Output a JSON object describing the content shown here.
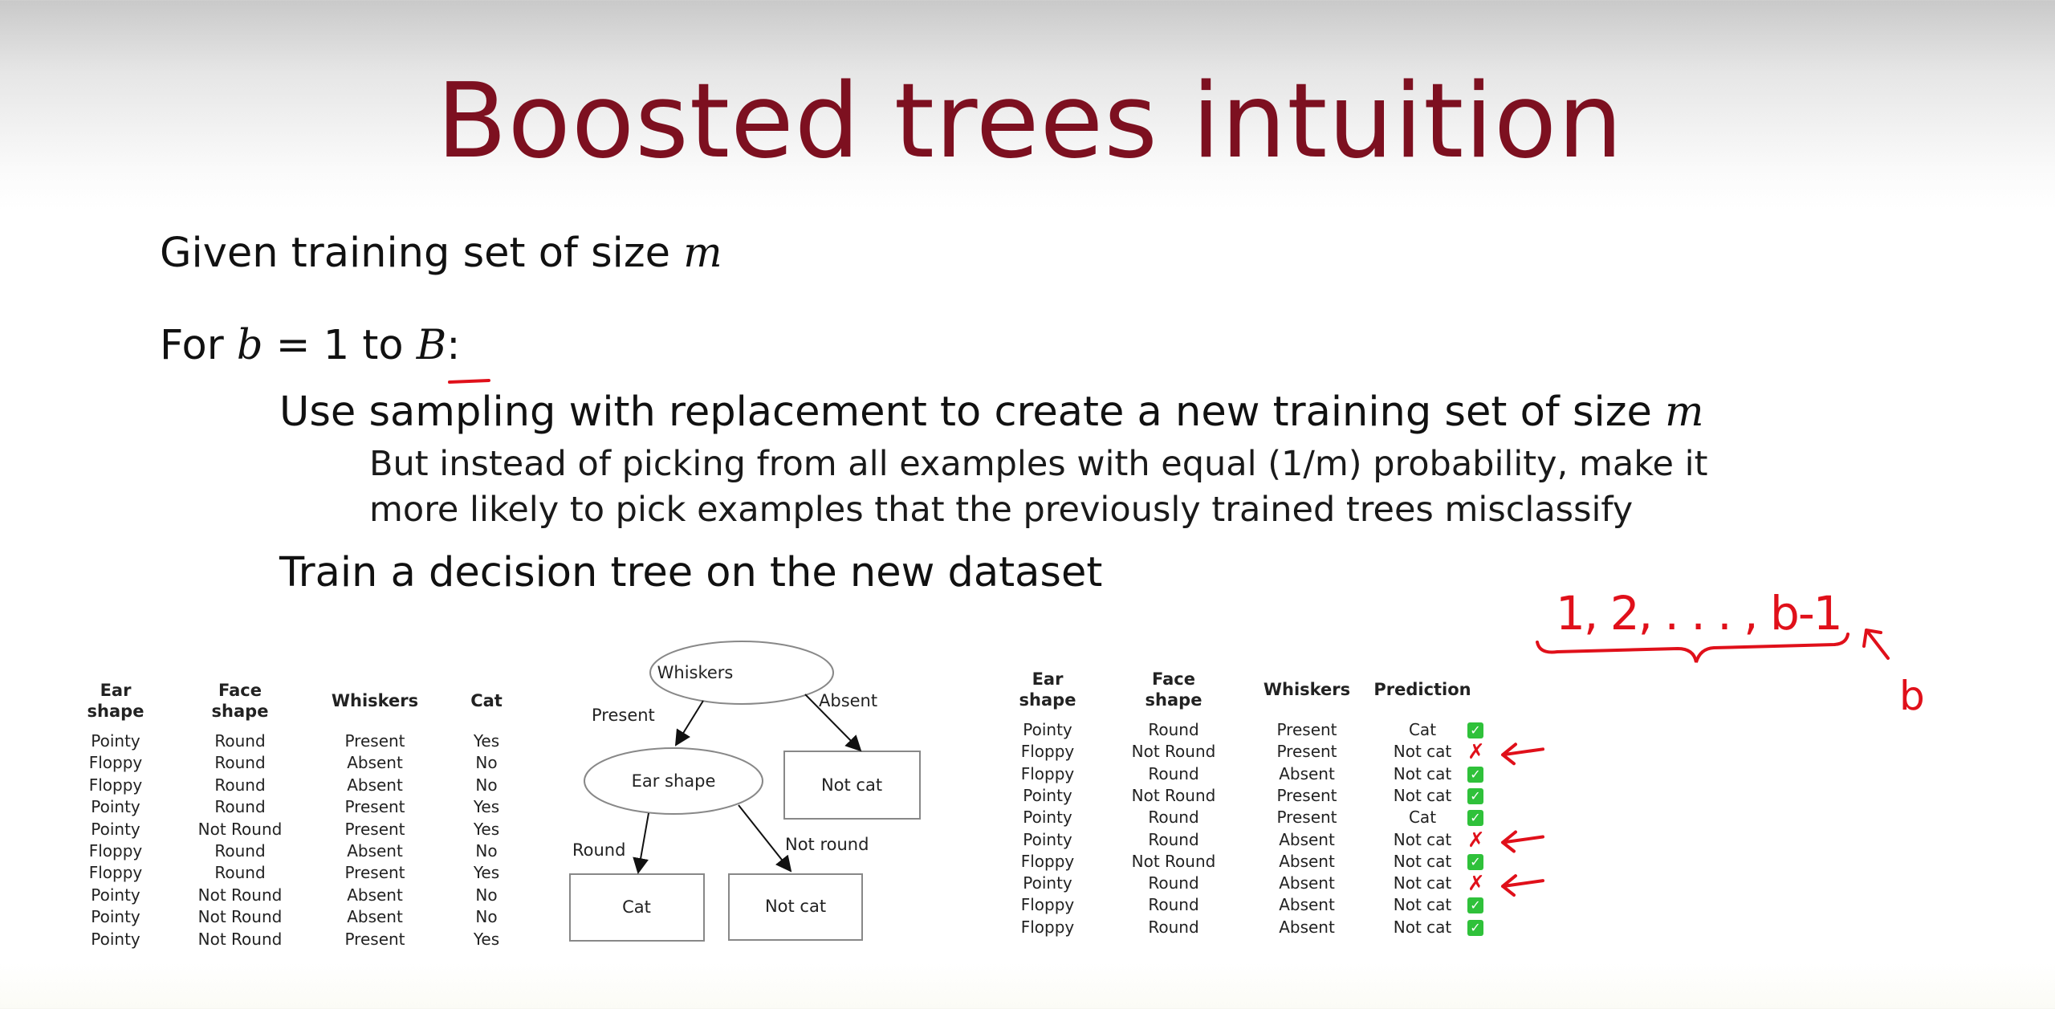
{
  "title": "Boosted trees intuition",
  "lines": {
    "given": "Given training set of size ",
    "given_var": "m",
    "for_prefix": "For ",
    "for_var": "b",
    "for_mid": " = 1 to ",
    "for_end": "B",
    "for_colon": ":",
    "use": "Use sampling with replacement to create a new training set of size ",
    "use_var": "m",
    "but1": "But instead of picking from all examples with equal (1/m) probability, make it",
    "but2": "more likely to pick examples that the previously trained trees misclassify",
    "train": "Train a decision tree on the new dataset"
  },
  "left_table": {
    "headers": [
      [
        "Ear",
        "shape"
      ],
      [
        "Face",
        "shape"
      ],
      [
        "Whiskers",
        ""
      ],
      [
        "Cat",
        ""
      ]
    ],
    "rows": [
      [
        "Pointy",
        "Round",
        "Present",
        "Yes"
      ],
      [
        "Floppy",
        "Round",
        "Absent",
        "No"
      ],
      [
        "Floppy",
        "Round",
        "Absent",
        "No"
      ],
      [
        "Pointy",
        "Round",
        "Present",
        "Yes"
      ],
      [
        "Pointy",
        "Not Round",
        "Present",
        "Yes"
      ],
      [
        "Floppy",
        "Round",
        "Absent",
        "No"
      ],
      [
        "Floppy",
        "Round",
        "Present",
        "Yes"
      ],
      [
        "Pointy",
        "Not Round",
        "Absent",
        "No"
      ],
      [
        "Pointy",
        "Not Round",
        "Absent",
        "No"
      ],
      [
        "Pointy",
        "Not Round",
        "Present",
        "Yes"
      ]
    ]
  },
  "tree": {
    "root": "Whiskers",
    "present": "Present",
    "absent": "Absent",
    "ear": "Ear shape",
    "leaf_right": "Not cat",
    "round": "Round",
    "not_round": "Not round",
    "leaf_cat": "Cat",
    "leaf_notcat": "Not cat"
  },
  "right_table": {
    "headers": [
      [
        "Ear",
        "shape"
      ],
      [
        "Face",
        "shape"
      ],
      [
        "Whiskers",
        ""
      ],
      [
        "Prediction",
        ""
      ]
    ],
    "rows": [
      [
        "Pointy",
        "Round",
        "Present",
        "Cat",
        true
      ],
      [
        "Floppy",
        "Not Round",
        "Present",
        "Not cat",
        false
      ],
      [
        "Floppy",
        "Round",
        "Absent",
        "Not cat",
        true
      ],
      [
        "Pointy",
        "Not Round",
        "Present",
        "Not cat",
        true
      ],
      [
        "Pointy",
        "Round",
        "Present",
        "Cat",
        true
      ],
      [
        "Pointy",
        "Round",
        "Absent",
        "Not cat",
        false
      ],
      [
        "Floppy",
        "Not Round",
        "Absent",
        "Not cat",
        true
      ],
      [
        "Pointy",
        "Round",
        "Absent",
        "Not cat",
        false
      ],
      [
        "Floppy",
        "Round",
        "Absent",
        "Not cat",
        true
      ],
      [
        "Floppy",
        "Round",
        "Absent",
        "Not cat",
        true
      ]
    ],
    "check_symbol": "✓",
    "cross_symbol": "✗"
  },
  "annotations": {
    "range": "1, 2, . . . , b-1",
    "b": "b",
    "color": "#e0101a"
  }
}
